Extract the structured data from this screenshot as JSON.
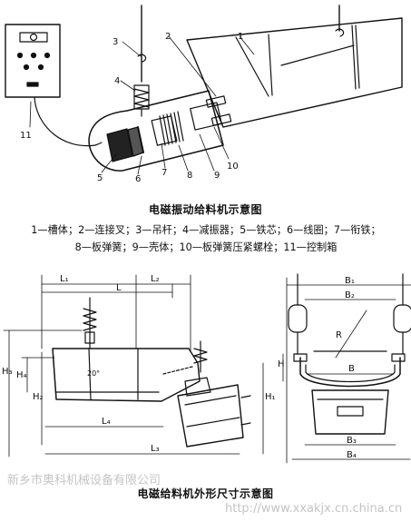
{
  "top_diagram": {
    "callouts": [
      "1",
      "2",
      "3",
      "4",
      "5",
      "6",
      "7",
      "8",
      "9",
      "10",
      "11"
    ],
    "title": "电磁振动给料机示意图",
    "legend_line1": "1—槽体；2—连接叉；3—吊杆；4—减振器；5—铁芯；6—线圈；7—衔铁；",
    "legend_line2": "8—板弹簧；9—壳体；10—板弹簧压紧螺栓；11—控制箱"
  },
  "bottom_diagram": {
    "title": "电磁给料机外形尺寸示意图",
    "side_labels": {
      "L1": "L₁",
      "L2": "L₂",
      "L": "L",
      "L4": "L₄",
      "L3": "L₃",
      "H3": "H₃",
      "H4": "H₄",
      "H2": "H₂",
      "H1": "H₁",
      "angle": "20°"
    },
    "end_labels": {
      "B1": "B₁",
      "B2": "B₂",
      "B": "B",
      "B3": "B₃",
      "B4": "B₄",
      "H": "H",
      "R": "R"
    }
  },
  "watermark": {
    "company": "新乡市奥科机械设备有限公司",
    "url": "http://www.xxakjx.cn.china.cn"
  }
}
